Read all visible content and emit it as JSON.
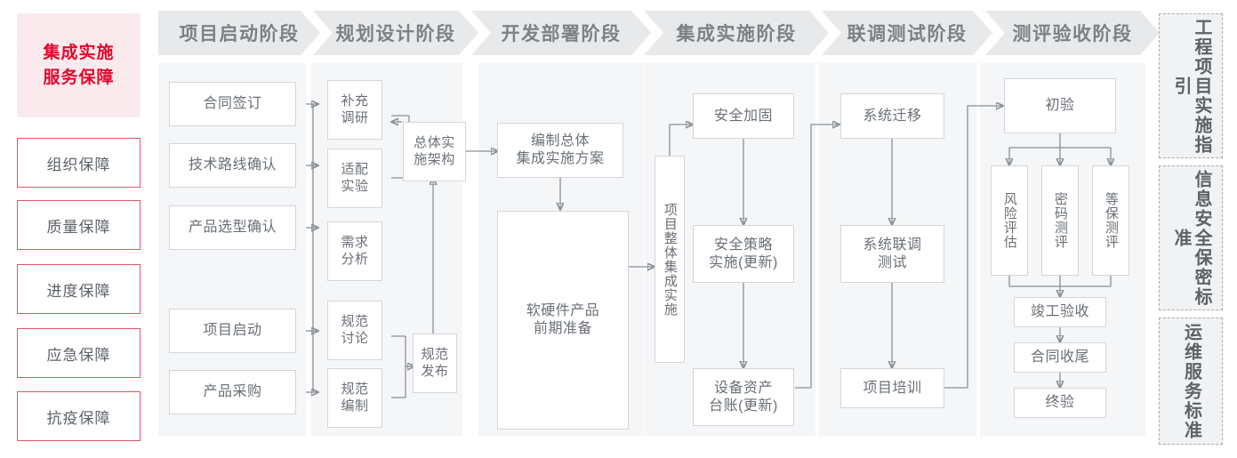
{
  "colors": {
    "accent_red": "#e2072b",
    "accent_red_border": "#e2546c",
    "accent_red_bg": "#fae9ed",
    "band_bg": "#f5f6f7",
    "banner_bg": "#e8e9ea",
    "banner_text": "#7c8187",
    "node_border": "#d3d5d8",
    "node_text": "#6a6f76",
    "wire": "#8b9096",
    "std_bg": "#f1f2f3",
    "std_border": "#a9adb2"
  },
  "left_column": {
    "title": "集成实施\n服务保障",
    "items": [
      {
        "label": "组织保障"
      },
      {
        "label": "质量保障"
      },
      {
        "label": "进度保障"
      },
      {
        "label": "应急保障"
      },
      {
        "label": "抗疫保障"
      }
    ]
  },
  "phases": [
    {
      "id": "phase-initiation",
      "banner": "项目启动阶段",
      "nodes": [
        {
          "id": "n-contract",
          "label": "合同签订"
        },
        {
          "id": "n-techroute",
          "label": "技术路线确认"
        },
        {
          "id": "n-product",
          "label": "产品选型确认"
        },
        {
          "id": "n-kickoff",
          "label": "项目启动"
        },
        {
          "id": "n-purchase",
          "label": "产品采购"
        }
      ]
    },
    {
      "id": "phase-planning",
      "banner": "规划设计阶段",
      "nodes": [
        {
          "id": "n-survey",
          "label": "补充\n调研"
        },
        {
          "id": "n-adapt",
          "label": "适配\n实验"
        },
        {
          "id": "n-require",
          "label": "需求\n分析"
        },
        {
          "id": "n-specdisc",
          "label": "规范\n讨论"
        },
        {
          "id": "n-specwrite",
          "label": "规范\n编制"
        },
        {
          "id": "n-arch",
          "label": "总体实\n施架构"
        },
        {
          "id": "n-specpub",
          "label": "规范\n发布"
        }
      ]
    },
    {
      "id": "phase-deploy",
      "banner": "开发部署阶段",
      "nodes": [
        {
          "id": "n-plan",
          "label": "编制总体\n集成实施方案"
        },
        {
          "id": "n-prepare",
          "label": "软硬件产品\n前期准备"
        }
      ]
    },
    {
      "id": "phase-integration",
      "banner": "集成实施阶段",
      "nodes": [
        {
          "id": "n-overall",
          "label": "项目整体集成实施"
        },
        {
          "id": "n-harden",
          "label": "安全加固"
        },
        {
          "id": "n-policy",
          "label": "安全策略\n实施(更新)"
        },
        {
          "id": "n-assets",
          "label": "设备资产\n台账(更新)"
        }
      ]
    },
    {
      "id": "phase-jointtest",
      "banner": "联调测试阶段",
      "nodes": [
        {
          "id": "n-migrate",
          "label": "系统迁移"
        },
        {
          "id": "n-jointest",
          "label": "系统联调\n测试"
        },
        {
          "id": "n-training",
          "label": "项目培训"
        }
      ]
    },
    {
      "id": "phase-acceptance",
      "banner": "测评验收阶段",
      "nodes": [
        {
          "id": "n-initacc",
          "label": "初验"
        },
        {
          "id": "n-risk",
          "label": "风险评估"
        },
        {
          "id": "n-crypto",
          "label": "密码测评"
        },
        {
          "id": "n-mlps",
          "label": "等保测评"
        },
        {
          "id": "n-finalacc",
          "label": "竣工验收"
        },
        {
          "id": "n-closeout",
          "label": "合同收尾"
        },
        {
          "id": "n-endacc",
          "label": "终验"
        }
      ]
    }
  ],
  "standards": [
    {
      "id": "std-engineering",
      "label": "工程项目实施指引"
    },
    {
      "id": "std-security",
      "label": "信息安全保密标准"
    },
    {
      "id": "std-ops",
      "label": "运维服务标准"
    }
  ]
}
